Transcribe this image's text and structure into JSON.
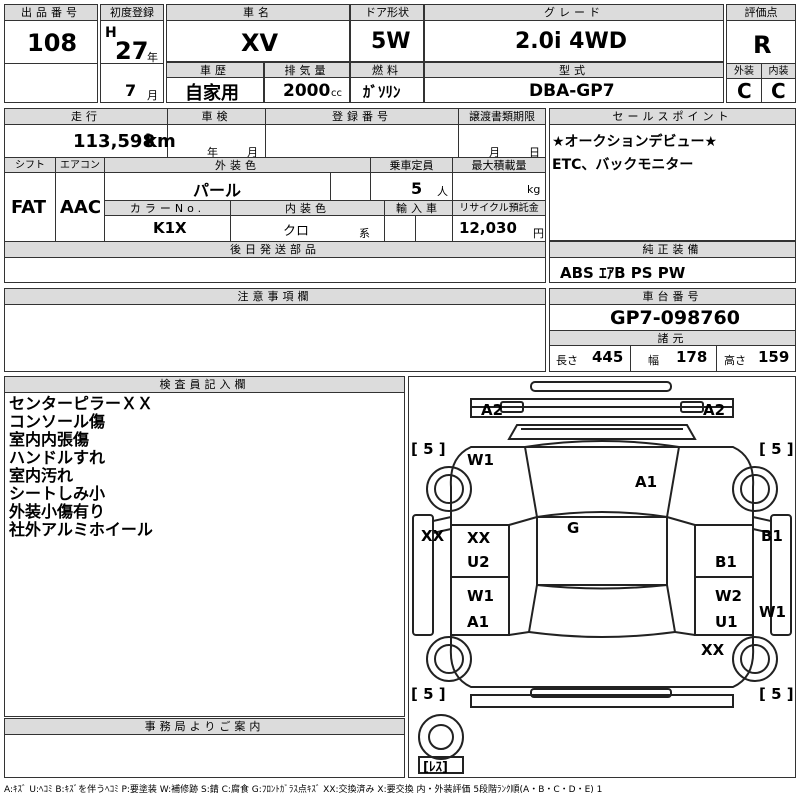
{
  "top": {
    "lot_no_label": "出品番号",
    "lot_no": "108",
    "first_reg_label": "初度登録",
    "era": "H",
    "reg_year": "27",
    "year_unit": "年",
    "reg_month": "7",
    "month_unit": "月",
    "car_name_label": "車名",
    "car_name": "XV",
    "door_label": "ドア形状",
    "door": "5W",
    "grade_label": "グレード",
    "grade": "2.0i 4WD",
    "score_label": "評価点",
    "score": "R",
    "history_label": "車歴",
    "history": "自家用",
    "displacement_label": "排気量",
    "displacement": "2000",
    "displacement_unit": "cc",
    "fuel_label": "燃料",
    "fuel": "ｶﾞｿﾘﾝ",
    "model_label": "型式",
    "model": "DBA-GP7",
    "ext_label": "外装",
    "ext_score": "C",
    "int_label": "内装",
    "int_score": "C"
  },
  "mid": {
    "mileage_label": "走行",
    "mileage": "113,598",
    "mileage_unit": "km",
    "inspection_label": "車検",
    "year_unit": "年",
    "month_unit": "月",
    "plate_label": "登録番号",
    "transfer_label": "譲渡書類期限",
    "day_unit": "日",
    "shift_label": "シフト",
    "shift": "FAT",
    "ac_label": "エアコン",
    "ac": "AAC",
    "color_label": "外装色",
    "color": "パール",
    "capacity_label": "乗車定員",
    "capacity": "5",
    "capacity_unit": "人",
    "load_label": "最大積載量",
    "load_unit": "kg",
    "color_no_label": "カラーNo.",
    "color_no": "K1X",
    "interior_label": "内装色",
    "interior": "クロ",
    "interior_unit": "系",
    "import_label": "輸入車",
    "recycle_label": "リサイクル預託金",
    "recycle": "12,030",
    "recycle_unit": "円",
    "later_label": "後日発送部品"
  },
  "sales": {
    "label": "セールスポイント",
    "line1": "★オークションデビュー★",
    "line2": "ETC、バックモニター"
  },
  "equip": {
    "label": "純正装備",
    "value": "ABS ｴｱB PS PW"
  },
  "caution": {
    "label": "注意事項欄"
  },
  "chassis": {
    "label": "車台番号",
    "value": "GP7-098760"
  },
  "specs": {
    "label": "諸元",
    "length_label": "長さ",
    "length": "445",
    "width_label": "幅",
    "width": "178",
    "height_label": "高さ",
    "height": "159"
  },
  "inspector": {
    "label": "検査員記入欄",
    "notes": [
      "センターピラーＸＸ",
      "コンソール傷",
      "室内内張傷",
      "ハンドルすれ",
      "室内汚れ",
      "シートしみ小",
      "外装小傷有り",
      "社外アルミホイール"
    ]
  },
  "office": {
    "label": "事務局よりご案内"
  },
  "diagram": {
    "marks": {
      "a2_left": "A2",
      "a2_right": "A2",
      "tire_fl": "[ 5 ]",
      "tire_fr": "[ 5 ]",
      "tire_rl": "[ 5 ]",
      "tire_rr": "[ 5 ]",
      "w1_front": "W1",
      "a1_hood": "A1",
      "g_center": "G",
      "xx_left": "XX",
      "b1_right": "B1",
      "xx_fl_door": "XX",
      "u2_fl_door": "U2",
      "b1_fr_door": "B1",
      "w1_rl_door": "W1",
      "a1_rl_door": "A1",
      "w2_rr_door": "W2",
      "u1_rr_door": "U1",
      "w1_right": "W1",
      "xx_rear": "XX",
      "spare": "[ﾚｽ]"
    }
  },
  "legend": "A:ｷｽﾞ U:ﾍｺﾐ B:ｷｽﾞを伴うﾍｺﾐ P:要塗装 W:補修跡 S:錆 C:腐食 G:ﾌﾛﾝﾄｶﾞﾗｽ点ｷｽﾞ XX:交換済み X:要交換 内・外装評価 5段階ﾗﾝｸ順(A・B・C・D・E) 1"
}
